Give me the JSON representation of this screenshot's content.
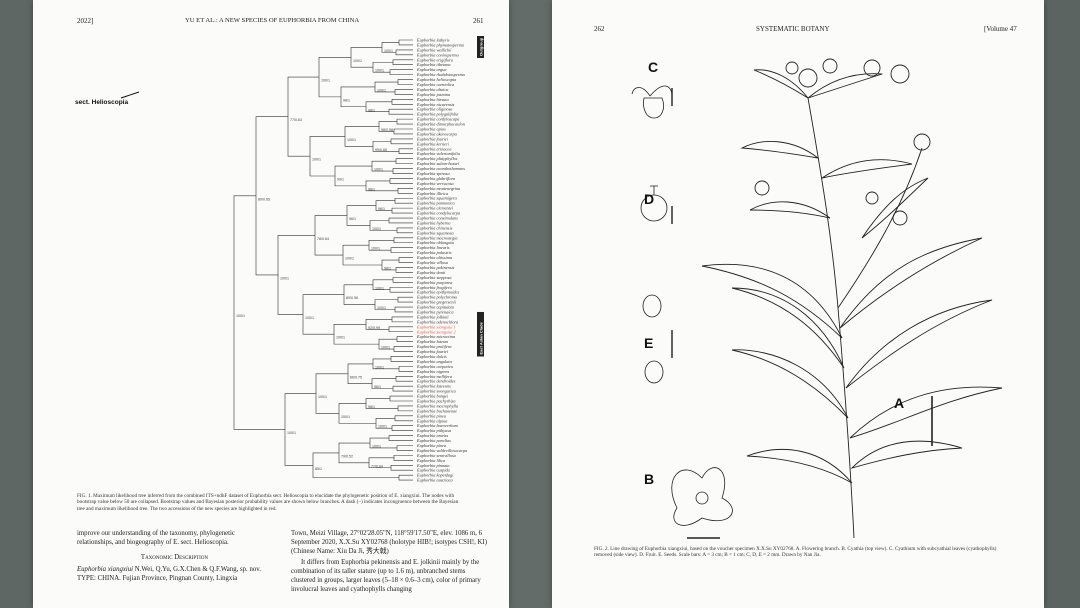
{
  "left_page": {
    "header_year": "2022]",
    "header_title": "YU ET AL.: A NEW SPECIES OF EUPHORBIA FROM CHINA",
    "header_page": "261",
    "tree": {
      "annotation_section": "sect. Helioscopia",
      "clade_label": "East Asian Clade",
      "outgroup_label": "Outgroup",
      "support_values": [
        "100/1",
        "100/1",
        "100/1",
        "98/1",
        "98/0.98",
        "99/0.66",
        "100/1",
        "98/1",
        "96/1",
        "100/1",
        "100/1",
        "98/1",
        "100/1",
        "100/1",
        "92/0.99",
        "100/1",
        "100/1",
        "96/1",
        "98/1",
        "100/1",
        "100/1",
        "77/0.64",
        "100/1",
        "98/1",
        "100/1",
        "99/1",
        "96/1",
        "100/1",
        "89/0.56",
        "100/1",
        "66/0.75",
        "100/1",
        "79/0.52",
        "100/1",
        "100/1",
        "78/0.64",
        "100/1",
        "100/1",
        "85/1",
        "77/0.63",
        "100/1",
        "100/1",
        "80/0.65",
        "100/1",
        "98/1",
        "79/0.51",
        "100/1",
        "100/1",
        "98/1",
        "99/1",
        "100/1",
        "90/0.99",
        "100/1",
        "79/0.29",
        "100/1",
        "98/1",
        "96/0.88",
        "78/0.75"
      ],
      "taxa": [
        "Euphorbia lathyris",
        "Euphorbia phymatosperma",
        "Euphorbia wallichii",
        "Euphorbia coniosperma",
        "Euphorbia erigiflora",
        "Euphorbia tibetana",
        "Euphorbia argua",
        "Euphorbia rhabdotosperma",
        "Euphorbia helioscopia",
        "Euphorbia carniolica",
        "Euphorbia altaica",
        "Euphorbia jasmina",
        "Euphorbia hirsuta",
        "Euphorbia nicaeensis",
        "Euphorbia oliginosa",
        "Euphorbia polygalifolia",
        "Euphorbia cordyloscapa",
        "Euphorbia dimorphocaulon",
        "Euphorbia apios",
        "Euphorbia akenocarpa",
        "Euphorbia fauriei",
        "Euphorbia kerneri",
        "Euphorbia erinacea",
        "Euphorbia valerianifolia",
        "Euphorbia platyphyllos",
        "Euphorbia sultan-hassei",
        "Euphorbia acanthothamnos",
        "Euphorbia spinosa",
        "Euphorbia glabriflora",
        "Euphorbia verrucosa",
        "Euphorbia montenegrina",
        "Euphorbia illirica",
        "Euphorbia squamigera",
        "Euphorbia pannonica",
        "Euphorbia clementei",
        "Euphorbia condylocarpa",
        "Euphorbia consimulans",
        "Euphorbia hyberna",
        "Euphorbia chinensis",
        "Euphorbia squamosa",
        "Euphorbia macrostegia",
        "Euphorbia oblongata",
        "Euphorbia linearis",
        "Euphorbia palustris",
        "Euphorbia altissima",
        "Euphorbia villosa",
        "Euphorbia pekinensis",
        "Euphorbia donii",
        "Euphorbia stepposa",
        "Euphorbia purpurea",
        "Euphorbia fragifera",
        "Euphorbia epithymoides",
        "Euphorbia polychroma",
        "Euphorbia gregersenii",
        "Euphorbia capitulata",
        "Euphorbia pyrenaica",
        "Euphorbia jolkinii",
        "Euphorbia adenochlora",
        "Euphorbia xiangxiui 1",
        "Euphorbia xiangxiui 2",
        "Euphorbia micractina",
        "Euphorbia luteum",
        "Euphorbia prolifera",
        "Euphorbia fauriei",
        "Euphorbia dulcis",
        "Euphorbia angulata",
        "Euphorbia carpatica",
        "Euphorbia nigrens",
        "Euphorbia mellifera",
        "Euphorbia dendroides",
        "Euphorbia lateeans",
        "Euphorbia soongarica",
        "Euphorbia bungei",
        "Euphorbia pachyrhiza",
        "Euphorbia macrophylla",
        "Euphorbia buchanenae",
        "Euphorbia pinea",
        "Euphorbia alpina",
        "Euphorbia baeoverbum",
        "Euphorbia pithyusa",
        "Euphorbia ameiss",
        "Euphorbia paralias",
        "Euphorbia pinea",
        "Euphorbia valdevillosocarpa",
        "Euphorbia semivillosa",
        "Euphorbia lilica",
        "Euphorbia pinnata",
        "Euphorbia cuspida",
        "Euphorbia kopetdagi",
        "Euphorbia austriaca"
      ],
      "highlight_color": "#e0503a"
    },
    "caption": "FIG. 1. Maximum likelihood tree inferred from the combined ITS+ndhF dataset of Euphorbia sect. Helioscopia to elucidate the phylogenetic position of E. xiangxiui. The nodes with bootstrap value below 50 are collapsed. Bootstrap values and Bayesian posterior probability values are shown below branches. A dash (–) indicates incongruence between the Bayesian tree and maximum likelihood tree. The two accessions of the new species are highlighted in red.",
    "col1_p1": "improve our understanding of the taxonomy, phylogenetic relationships, and biogeography of E. sect. Helioscopia.",
    "section_heading": "Taxonomic Description",
    "col1_p2_species": "Euphorbia xiangxiui",
    "col1_p2_rest": "N.Wei, Q.Yu, G.X.Chen & Q.F.Wang, sp. nov. TYPE: CHINA. Fujian Province, Pingnan County, Lingxia",
    "col2_p1": "Town, Meizi Village, 27°02'28.05\"N, 118°59'17.50\"E, elev. 1086 m, 6 September 2020, X.X.Su XY02768 (holotype HIB!; isotypes CSH!, KI) (Chinese Name: Xiu Da Ji, 秀大戟)",
    "col2_p2": "It differs from Euphorbia pekinensis and E. jolkinii mainly by the combination of its taller stature (up to 1.6 m), unbranched stems clustered in groups, larger leaves (5–18 × 0.6–3 cm), color of primary involucral leaves and cyathophylls changing"
  },
  "right_page": {
    "header_page": "262",
    "header_title": "SYSTEMATIC BOTANY",
    "header_volume": "[Volume 47",
    "panel_labels": [
      "A",
      "B",
      "C",
      "D",
      "E"
    ],
    "caption": "FIG. 2. Line drawing of Euphorbia xiangxiui, based on the voucher specimen X.X.Su XY02768. A. Flowering branch. B. Cyathia (top view). C. Cyathium with subcyathial leaves (cyathophylls) removed (side view). D. Fruit. E. Seeds. Scale bars: A = 3 cm; B = 1 cm; C, D, E = 2 mm. Drawn by Nan Jia."
  }
}
